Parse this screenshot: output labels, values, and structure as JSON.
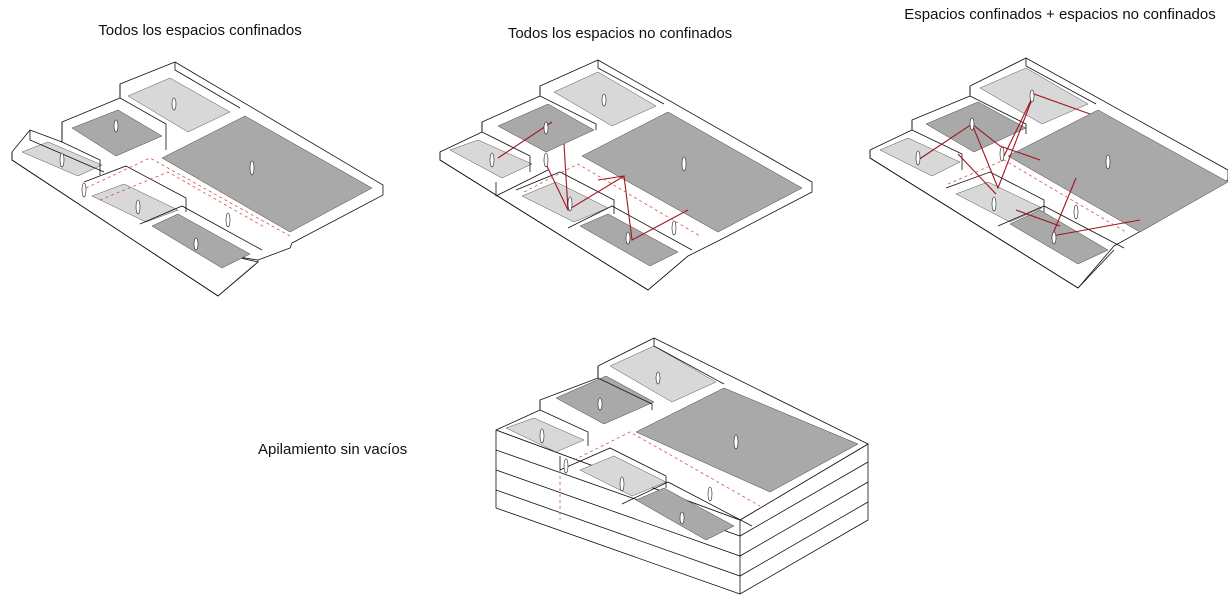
{
  "diagrams": [
    {
      "caption": "Todos los espacios confinados"
    },
    {
      "caption": "Todos los espacios no confinados"
    },
    {
      "caption": "Espacios confinados + espacios no confinados"
    },
    {
      "caption": "Apilamiento sin vacíos"
    }
  ],
  "colors": {
    "void_dark": "#a9a9a9",
    "void_light": "#d8d8d8",
    "path_red": "#a01520",
    "dashed_red": "#d9534f"
  }
}
